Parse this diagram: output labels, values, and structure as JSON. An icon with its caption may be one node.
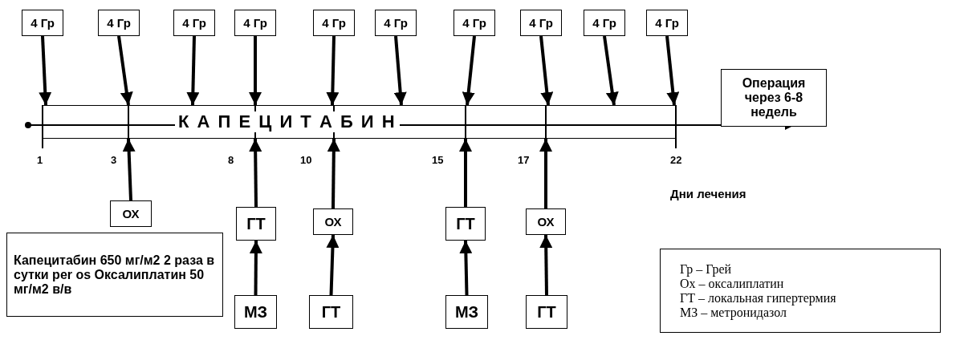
{
  "diagram": {
    "nodes": [
      {
        "text": [
          "4 Гр"
        ]
      },
      {
        "text": [
          "4 Гр"
        ]
      },
      {
        "text": [
          "4 Гр"
        ]
      },
      {
        "text": [
          "4 Гр"
        ]
      },
      {
        "text": [
          "4 Гр"
        ]
      },
      {
        "text": [
          "4 Гр"
        ]
      },
      {
        "text": [
          "4 Гр"
        ]
      },
      {
        "text": [
          "4 Гр"
        ]
      },
      {
        "text": [
          "4 Гр"
        ]
      },
      {
        "text": [
          "4 Гр"
        ]
      },
      {
        "text": [
          "К А П Е Ц И Т А Б И Н"
        ]
      },
      {
        "text": [
          "Операция через 6-8 недель"
        ]
      },
      {
        "text": [
          "ОХ"
        ]
      },
      {
        "text": [
          "ГТ"
        ]
      },
      {
        "text": [
          "МЗ"
        ]
      },
      {
        "text": [
          "ОХ"
        ]
      },
      {
        "text": [
          "ГТ"
        ]
      },
      {
        "text": [
          "ГТ"
        ]
      },
      {
        "text": [
          "МЗ"
        ]
      },
      {
        "text": [
          "ОХ"
        ]
      },
      {
        "text": [
          "ГТ"
        ]
      },
      {
        "text": [
          "Капецитабин 650 мг/м2 2 раза в сутки per os Оксалиплатин 50 мг/м2 в/в"
        ]
      },
      {
        "text": [
          "Гр – Грей",
          "Ох – оксалиплатин",
          "ГТ – локальная гипертермия",
          "МЗ – метронидазол"
        ]
      }
    ],
    "edges": [
      {
        "from": 0,
        "to": 10,
        "arrow": "to"
      },
      {
        "from": 1,
        "to": 10,
        "arrow": "to"
      },
      {
        "from": 2,
        "to": 10,
        "arrow": "to"
      },
      {
        "from": 3,
        "to": 10,
        "arrow": "to"
      },
      {
        "from": 4,
        "to": 10,
        "arrow": "to"
      },
      {
        "from": 5,
        "to": 10,
        "arrow": "to"
      },
      {
        "from": 6,
        "to": 10,
        "arrow": "to"
      },
      {
        "from": 7,
        "to": 10,
        "arrow": "to"
      },
      {
        "from": 8,
        "to": 10,
        "arrow": "to"
      },
      {
        "from": 9,
        "to": 10,
        "arrow": "to"
      },
      {
        "from": 12,
        "to": 10,
        "arrow": "to"
      },
      {
        "from": 13,
        "to": 10,
        "arrow": "to"
      },
      {
        "from": 14,
        "to": 13,
        "arrow": "to"
      },
      {
        "from": 15,
        "to": 10,
        "arrow": "to"
      },
      {
        "from": 16,
        "to": 15,
        "arrow": "to"
      },
      {
        "from": 17,
        "to": 10,
        "arrow": "to"
      },
      {
        "from": 18,
        "to": 17,
        "arrow": "to"
      },
      {
        "from": 19,
        "to": 10,
        "arrow": "to"
      },
      {
        "from": 20,
        "to": 19,
        "arrow": "to"
      }
    ],
    "labels": [
      "1",
      "3",
      "8",
      "10",
      "15",
      "17",
      "22",
      "Дни лечения"
    ]
  }
}
